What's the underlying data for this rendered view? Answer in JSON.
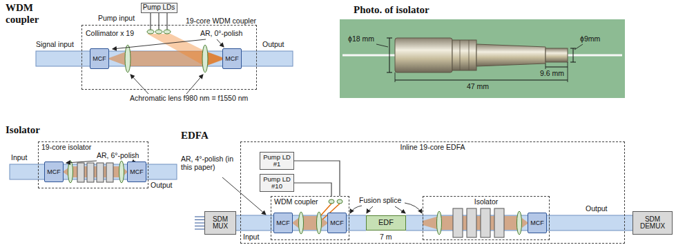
{
  "diagram": {
    "nodes": [
      {
        "text": [
          "Pump LDs"
        ]
      },
      {
        "text": [
          "19-core WDM coupler"
        ]
      },
      {
        "text": [
          "MCF"
        ],
        "in": 1
      },
      {
        "text": [
          "MCF"
        ],
        "in": 1
      },
      {
        "text": [
          "19-core isolator"
        ]
      },
      {
        "text": [
          "MCF"
        ],
        "in": 4
      },
      {
        "text": [
          "MCF"
        ],
        "in": 4
      },
      {
        "text": [
          "SDM MUX"
        ]
      },
      {
        "text": [
          "Inline 19-core EDFA"
        ]
      },
      {
        "text": [
          "Pump LD #1"
        ],
        "in": 8
      },
      {
        "text": [
          "Pump LD #10"
        ],
        "in": 8
      },
      {
        "text": [
          "WDM coupler"
        ],
        "in": 8
      },
      {
        "text": [
          "MCF"
        ],
        "in": 11
      },
      {
        "text": [
          "MCF"
        ],
        "in": 11
      },
      {
        "text": [
          "EDF"
        ],
        "in": 8
      },
      {
        "text": [
          "Isolator"
        ],
        "in": 8
      },
      {
        "text": [
          "MCF"
        ],
        "in": 15
      },
      {
        "text": [
          "SDM DEMUX"
        ]
      }
    ],
    "edges": [
      {
        "from": 0,
        "to": 1,
        "arrow": "none"
      },
      {
        "from": 7,
        "to": 11,
        "arrow": "none"
      },
      {
        "from": 9,
        "to": 11,
        "arrow": "none"
      },
      {
        "from": 10,
        "to": 11,
        "arrow": "none"
      },
      {
        "from": 11,
        "to": 14,
        "arrow": "none"
      },
      {
        "from": 14,
        "to": 15,
        "arrow": "none"
      },
      {
        "from": 15,
        "to": 17,
        "arrow": "none"
      }
    ],
    "labels": [
      "WDM coupler",
      "Photo. of isolator",
      "Isolator",
      "EDFA",
      "Pump input",
      "Collimator x 19",
      "AR, 0°-polish",
      "Signal input",
      "Output",
      "Achromatic lens f980 nm = f1550 nm",
      "ϕ18 mm",
      "ϕ9mm",
      "9.6 mm",
      "47 mm",
      "AR, 6°-polish",
      "Input",
      "Output",
      "AR, 4°-polish (in this paper)",
      "Input",
      "Fusion splice",
      "7 m",
      "Output"
    ]
  }
}
